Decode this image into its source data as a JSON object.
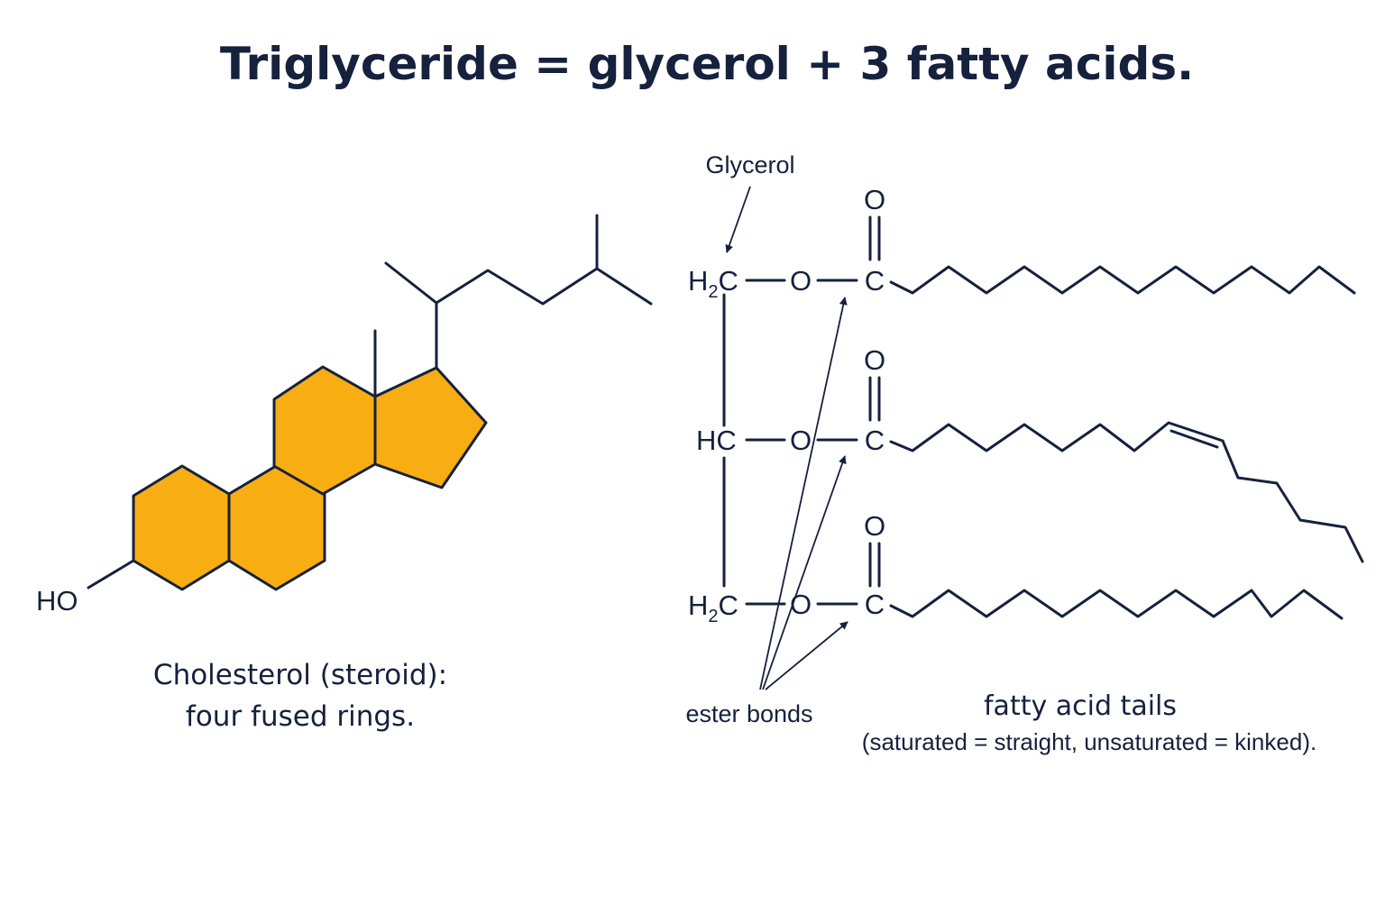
{
  "title": "Triglyceride = glycerol + 3 fatty acids.",
  "colors": {
    "ink": "#15213d",
    "ring_fill": "#f8ad12",
    "background": "#ffffff"
  },
  "cholesterol": {
    "hydroxyl_label": "HO",
    "caption_line1": "Cholesterol (steroid):",
    "caption_line2": "four fused rings."
  },
  "triglyceride": {
    "glycerol_label": "Glycerol",
    "backbone": {
      "top_h": "H",
      "top_sub": "2",
      "top_c": "C",
      "middle": "HC",
      "bottom_h": "H",
      "bottom_sub": "2",
      "bottom_c": "C"
    },
    "oxygen_label": "O",
    "carbonyl_carbon_label": "C",
    "carbonyl_oxygen_label": "O",
    "ester_bonds_label": "ester bonds",
    "tails_label_line1": "fatty acid tails",
    "tails_label_line2": "(saturated = straight, unsaturated = kinked)."
  }
}
